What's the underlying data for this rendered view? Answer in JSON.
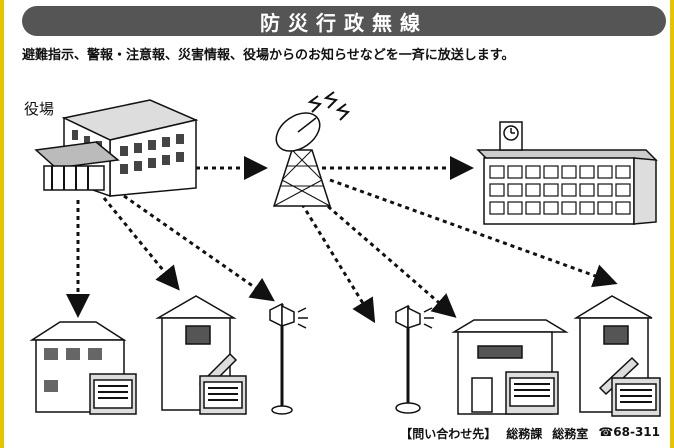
{
  "title": "防災行政無線",
  "subtitle": "避難指示、警報・注意報、災害情報、役場からのお知らせなどを一斉に放送します。",
  "office_label": "役場",
  "contact": {
    "label": "【問い合わせ先】",
    "dept": "総務課",
    "room": "総務室",
    "phone": "☎68-311"
  },
  "colors": {
    "title_bar": "#555555",
    "border": "#e8c400",
    "ink": "#111111"
  },
  "icons": [
    "town-hall-icon",
    "antenna-tower-icon",
    "school-icon",
    "house-icon",
    "outdoor-speaker-icon",
    "radio-receiver-icon"
  ]
}
